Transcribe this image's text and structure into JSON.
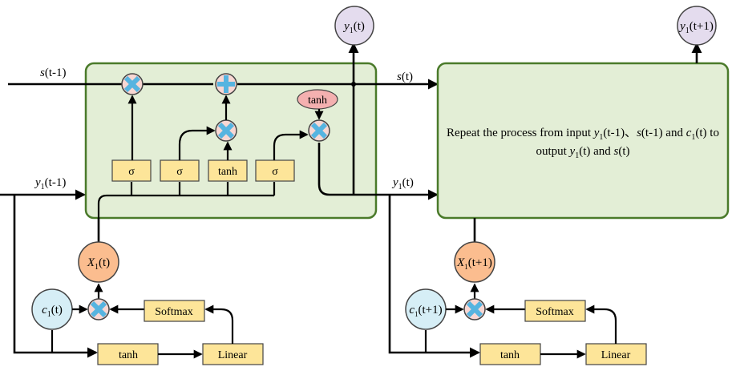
{
  "colors": {
    "cell_fill": "#e3eed6",
    "cell_stroke": "#4a7a2a",
    "gate_fill": "#fde599",
    "gate_stroke": "#444444",
    "op_fill": "#f8d7d3",
    "op_cross": "#56b4e0",
    "tanh_fill": "#f4b0b0",
    "x_fill": "#fbbd8f",
    "c_fill": "#d6eef6",
    "y_fill": "#e4dcee"
  },
  "icons": [
    "multiply-icon",
    "add-icon"
  ],
  "cell1": {
    "gates": [
      "σ",
      "σ",
      "tanh",
      "σ"
    ],
    "tanh_label": "tanh",
    "inputs": {
      "s_prev_sub": "s",
      "s_prev_rest": "(t-1)",
      "y_prev_main": "y",
      "y_prev_sub": "1",
      "y_prev_rest": "(t-1)"
    },
    "outputs": {
      "s_main": "s",
      "s_rest": "(t)",
      "y_main": "y",
      "y_sub": "1",
      "y_rest": "(t)"
    }
  },
  "cell2": {
    "desc_line1_a": "Repeat the process from input ",
    "desc_line1_y": "y",
    "desc_line1_y_sub": "1",
    "desc_line1_b": "(t-1)、",
    "desc_line1_s": "s",
    "desc_line1_c": "(t-1) and ",
    "desc_line1_cv": "c",
    "desc_line1_cv_sub": "1",
    "desc_line1_d": "(t) to",
    "desc_line2_a": "output ",
    "desc_line2_y": "y",
    "desc_line2_y_sub": "1",
    "desc_line2_b": "(t) and ",
    "desc_line2_s": "s",
    "desc_line2_c": "(t)"
  },
  "top_outputs": {
    "y_t_main": "y",
    "y_t_sub": "1",
    "y_t_rest": "(t)",
    "y_t1_main": "y",
    "y_t1_sub": "1",
    "y_t1_rest": "(t+1)"
  },
  "attention1": {
    "x_main": "X",
    "x_sub": "1",
    "x_rest": "(t)",
    "c_main": "c",
    "c_sub": "1",
    "c_rest": "(t)",
    "softmax": "Softmax",
    "tanh": "tanh",
    "linear": "Linear"
  },
  "attention2": {
    "x_main": "X",
    "x_sub": "1",
    "x_rest": "(t+1)",
    "c_main": "c",
    "c_sub": "1",
    "c_rest": "(t+1)",
    "softmax": "Softmax",
    "tanh": "tanh",
    "linear": "Linear"
  }
}
